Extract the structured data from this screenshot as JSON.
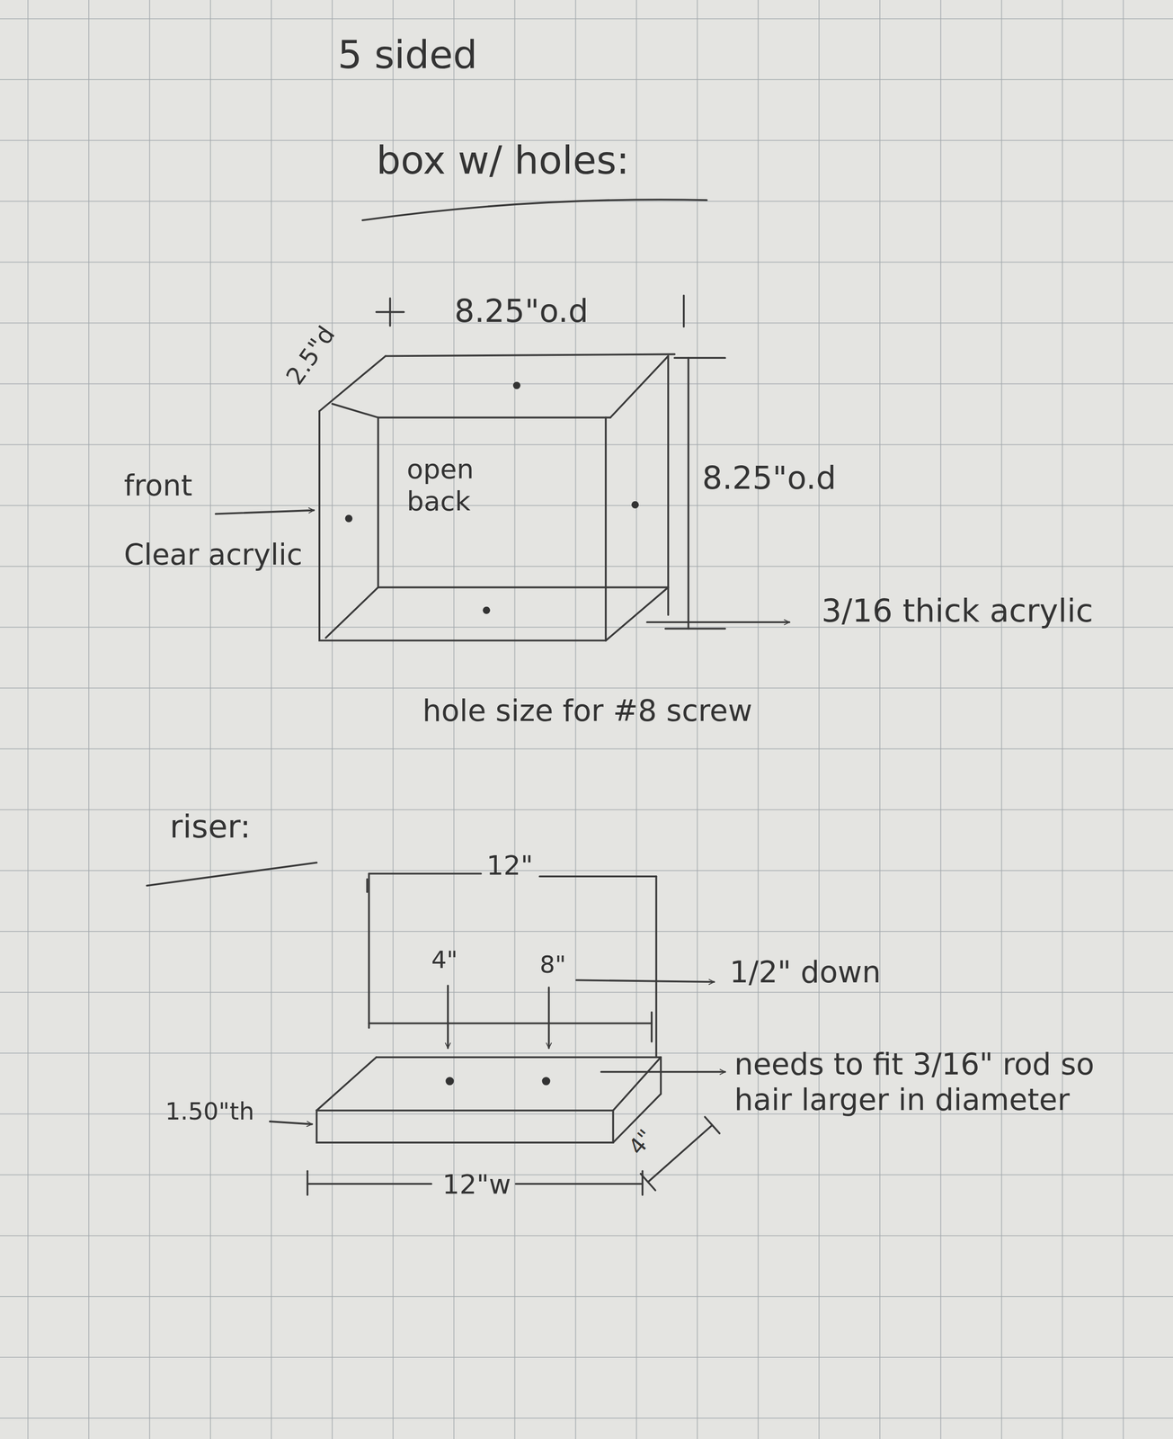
{
  "diagram": {
    "nodes": [
      {
        "text": [
          "open back"
        ]
      }
    ],
    "labels": [
      "5 sided",
      "box w/ holes:",
      "2.5\"d",
      "8.25\"o.d",
      "front",
      "Clear acrylic",
      "8.25\"o.d",
      "3/16 thick acrylic",
      "hole size for #8 screw",
      "riser:",
      "12\"",
      "4\"",
      "8\"",
      "1/2\" down",
      "needs to fit 3/16\" rod so hair larger in diameter",
      "1.50\"th",
      "12\"w",
      "4\""
    ]
  }
}
